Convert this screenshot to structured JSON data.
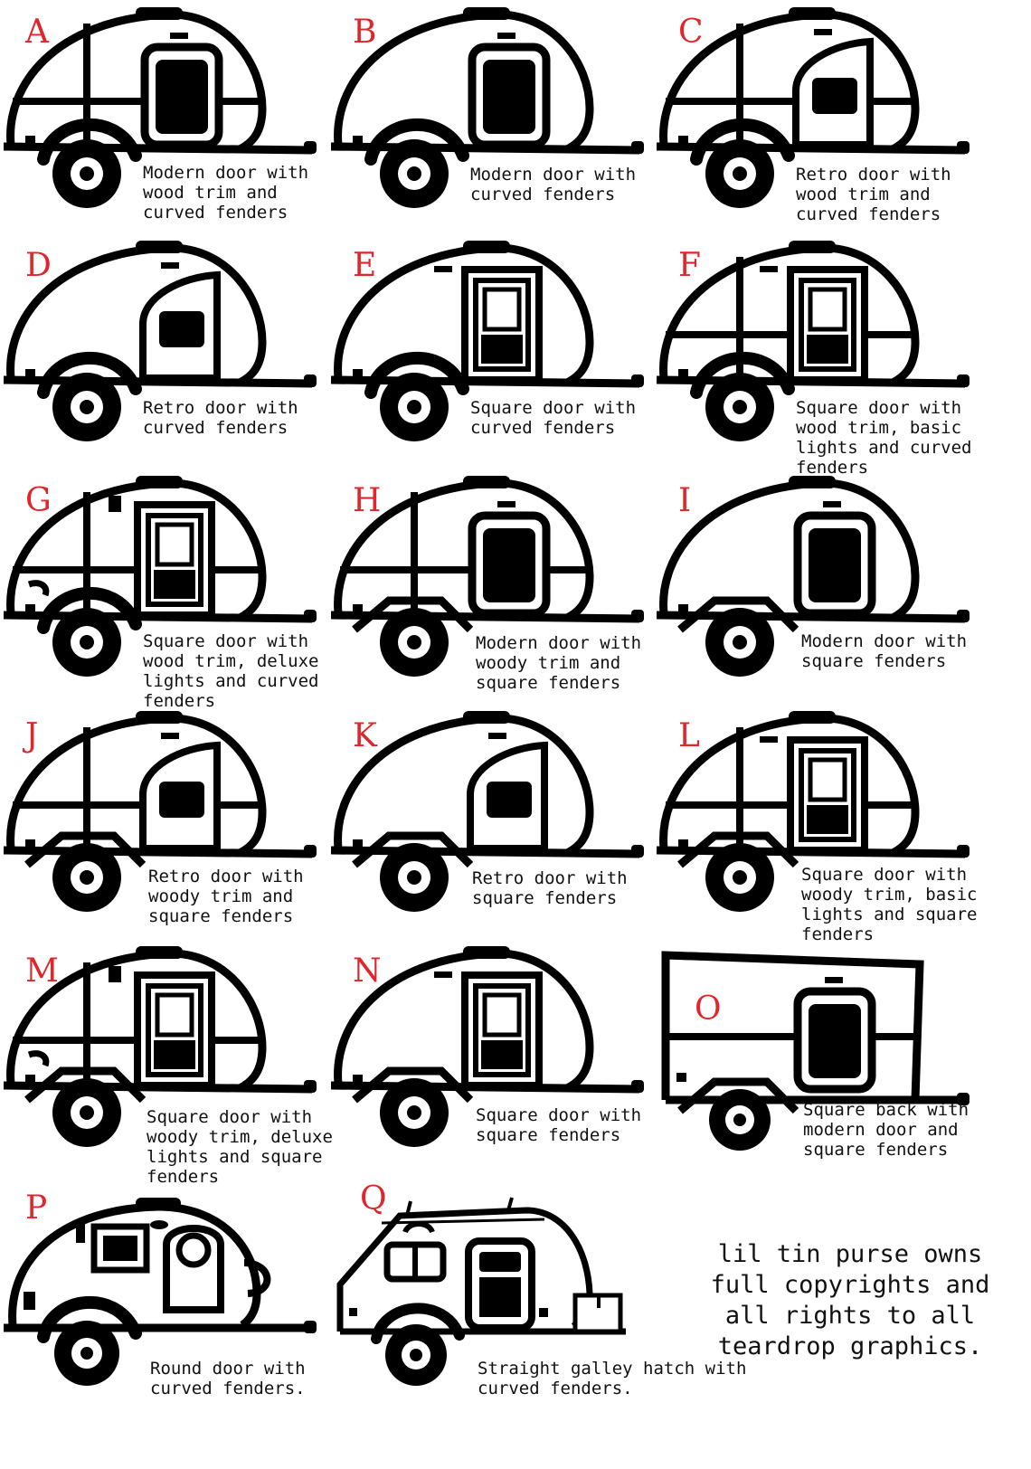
{
  "colors": {
    "ink": "#000000",
    "letter": "#e0262b",
    "background": "#ffffff"
  },
  "trailers": [
    {
      "letter": "A",
      "caption": "Modern door with\nwood trim and\ncurved fenders",
      "door": "modern",
      "trim": "wood",
      "fender": "curved",
      "lights": "none",
      "shape": "teardrop"
    },
    {
      "letter": "B",
      "caption": "Modern door with\ncurved fenders",
      "door": "modern",
      "trim": "none",
      "fender": "curved",
      "lights": "none",
      "shape": "teardrop"
    },
    {
      "letter": "C",
      "caption": "Retro door with\nwood trim and\ncurved fenders",
      "door": "retro",
      "trim": "wood",
      "fender": "curved",
      "lights": "none",
      "shape": "teardrop"
    },
    {
      "letter": "D",
      "caption": "Retro door with\ncurved fenders",
      "door": "retro",
      "trim": "none",
      "fender": "curved",
      "lights": "none",
      "shape": "teardrop"
    },
    {
      "letter": "E",
      "caption": "Square door with\ncurved fenders",
      "door": "square",
      "trim": "none",
      "fender": "curved",
      "lights": "none",
      "shape": "teardrop"
    },
    {
      "letter": "F",
      "caption": "Square door with\nwood trim, basic\nlights and curved\nfenders",
      "door": "square",
      "trim": "wood",
      "fender": "curved",
      "lights": "basic",
      "shape": "teardrop"
    },
    {
      "letter": "G",
      "caption": "Square door with\nwood trim, deluxe\nlights and curved\nfenders",
      "door": "square",
      "trim": "wood",
      "fender": "curved",
      "lights": "deluxe",
      "shape": "teardrop"
    },
    {
      "letter": "H",
      "caption": "Modern door with\nwoody trim and\nsquare fenders",
      "door": "modern",
      "trim": "wood",
      "fender": "square",
      "lights": "none",
      "shape": "teardrop"
    },
    {
      "letter": "I",
      "caption": "Modern door with\nsquare fenders",
      "door": "modern",
      "trim": "none",
      "fender": "square",
      "lights": "none",
      "shape": "teardrop"
    },
    {
      "letter": "J",
      "caption": "Retro door with\nwoody trim and\nsquare fenders",
      "door": "retro",
      "trim": "wood",
      "fender": "square",
      "lights": "none",
      "shape": "teardrop"
    },
    {
      "letter": "K",
      "caption": "Retro door with\nsquare fenders",
      "door": "retro",
      "trim": "none",
      "fender": "square",
      "lights": "none",
      "shape": "teardrop"
    },
    {
      "letter": "L",
      "caption": "Square door with\nwoody trim, basic\nlights and square\nfenders",
      "door": "square",
      "trim": "wood",
      "fender": "square",
      "lights": "basic",
      "shape": "teardrop"
    },
    {
      "letter": "M",
      "caption": "Square door with\nwoody trim, deluxe\nlights and square\nfenders",
      "door": "square",
      "trim": "wood",
      "fender": "square",
      "lights": "deluxe",
      "shape": "teardrop"
    },
    {
      "letter": "N",
      "caption": "Square door with\nsquare fenders",
      "door": "square",
      "trim": "none",
      "fender": "square",
      "lights": "none",
      "shape": "teardrop"
    },
    {
      "letter": "O",
      "caption": "Square back with\nmodern door and\nsquare fenders",
      "door": "modern",
      "trim": "stripe",
      "fender": "square",
      "lights": "none",
      "shape": "squareback"
    },
    {
      "letter": "P",
      "caption": "Round door with\ncurved fenders.",
      "door": "round",
      "trim": "none",
      "fender": "curved",
      "lights": "none",
      "shape": "round"
    },
    {
      "letter": "Q",
      "caption": "Straight galley hatch with\ncurved fenders.",
      "door": "galley",
      "trim": "none",
      "fender": "curved",
      "lights": "none",
      "shape": "galley"
    }
  ],
  "copyright": "lil tin purse owns\nfull copyrights and\nall rights to all\nteardrop graphics."
}
